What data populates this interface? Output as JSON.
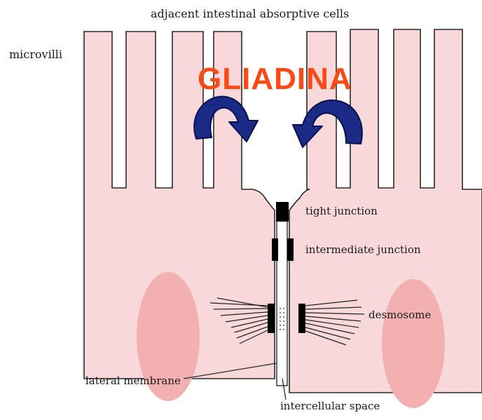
{
  "labels": {
    "top": "adjacent intestinal absorptive cells",
    "microvilli": "microvilli",
    "gliadina": "GLIADINA",
    "tight_junction": "tight junction",
    "intermediate_junction": "intermediate junction",
    "desmosome": "desmosome",
    "lateral_membrane": "lateral membrane",
    "intercellular_space": "intercellular space"
  },
  "colors": {
    "cell": "#f8d8d8",
    "nucleus": "#f3b0b0",
    "outline": "#2a2a2a",
    "arrow": "#1a2a85",
    "gliadina": "#ff4a17",
    "junction": "#000000"
  },
  "icons": [
    "curved-arrow-left-icon",
    "curved-arrow-right-icon"
  ]
}
